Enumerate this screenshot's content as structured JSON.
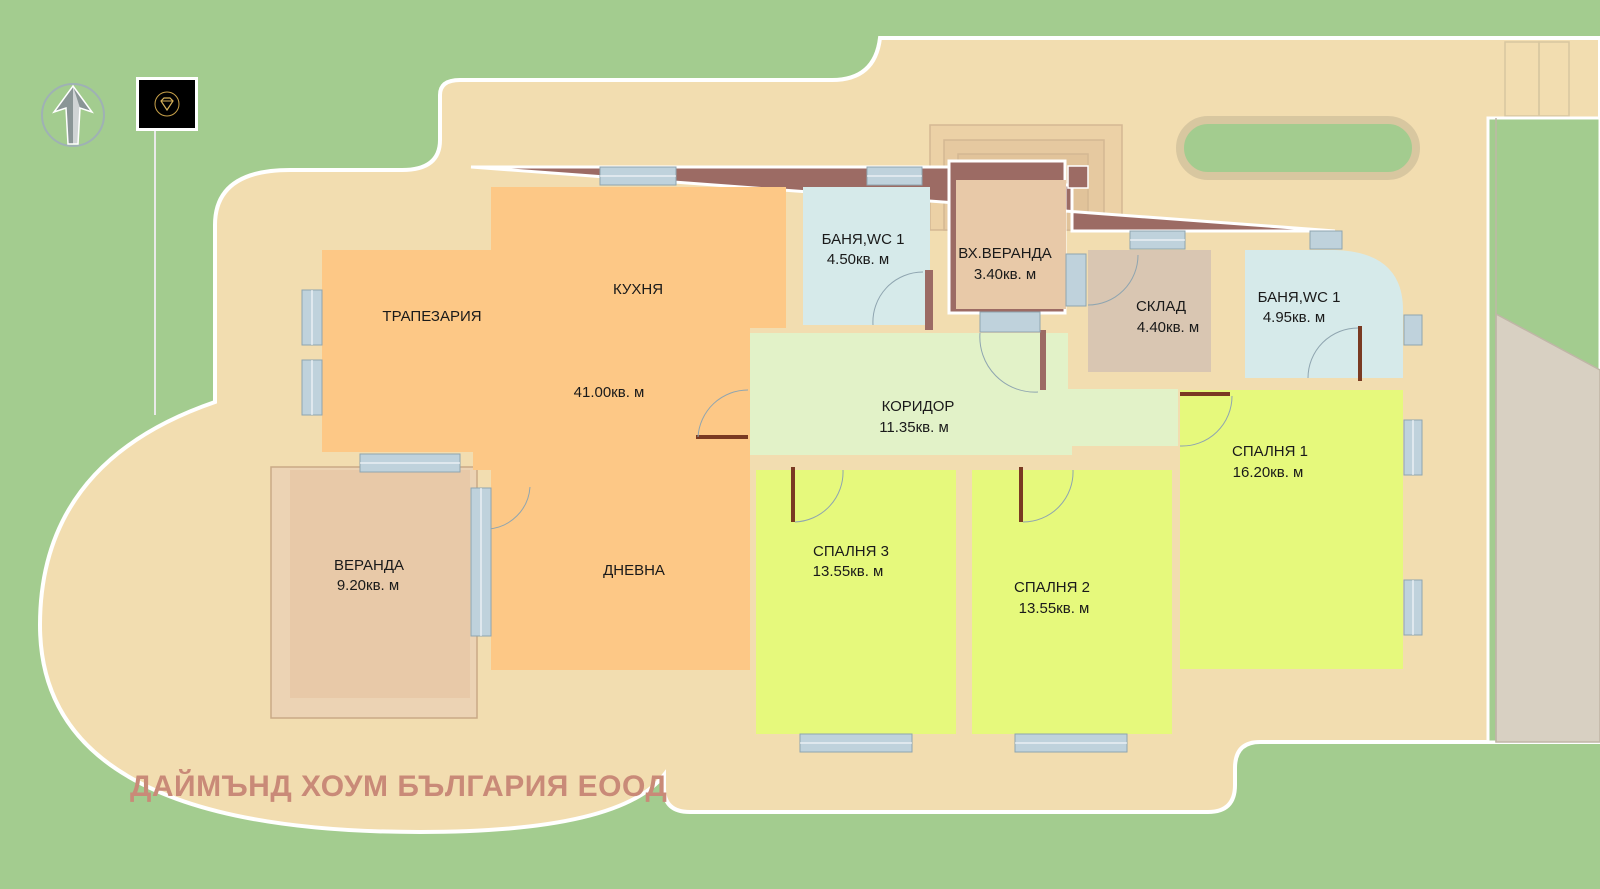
{
  "company": "ДАЙМЪНД ХОУМ БЪЛГАРИЯ ЕООД",
  "colors": {
    "lawn": "#a3cc8f",
    "paving": "#f2ddb0",
    "wall": "#9c6b64",
    "living": "#fdc886",
    "bathroom": "#d6eaea",
    "bedroom": "#e6f97c",
    "corridor": "#e2f2c8",
    "veranda": "#e8c9a8",
    "storage": "#d9c6b2",
    "window": "#bfd2dc"
  },
  "rooms": {
    "dining": {
      "name": "ТРАПЕЗАРИЯ"
    },
    "kitchen": {
      "name": "КУХНЯ",
      "area": "41.00кв. м"
    },
    "living": {
      "name": "ДНЕВНА"
    },
    "bath1": {
      "name": "БАНЯ,WC 1",
      "area": "4.50кв. м"
    },
    "entrance_veranda": {
      "name": "ВХ.ВЕРАНДА",
      "area": "3.40кв. м"
    },
    "storage": {
      "name": "СКЛАД",
      "area": "4.40кв. м"
    },
    "bath2": {
      "name": "БАНЯ,WC 1",
      "area": "4.95кв. м"
    },
    "corridor": {
      "name": "КОРИДОР",
      "area": "11.35кв. м"
    },
    "bedroom1": {
      "name": "СПАЛНЯ 1",
      "area": "16.20кв. м"
    },
    "bedroom2": {
      "name": "СПАЛНЯ 2",
      "area": "13.55кв. м"
    },
    "bedroom3": {
      "name": "СПАЛНЯ 3",
      "area": "13.55кв. м"
    },
    "veranda": {
      "name": "ВЕРАНДА",
      "area": "9.20кв. м"
    }
  }
}
